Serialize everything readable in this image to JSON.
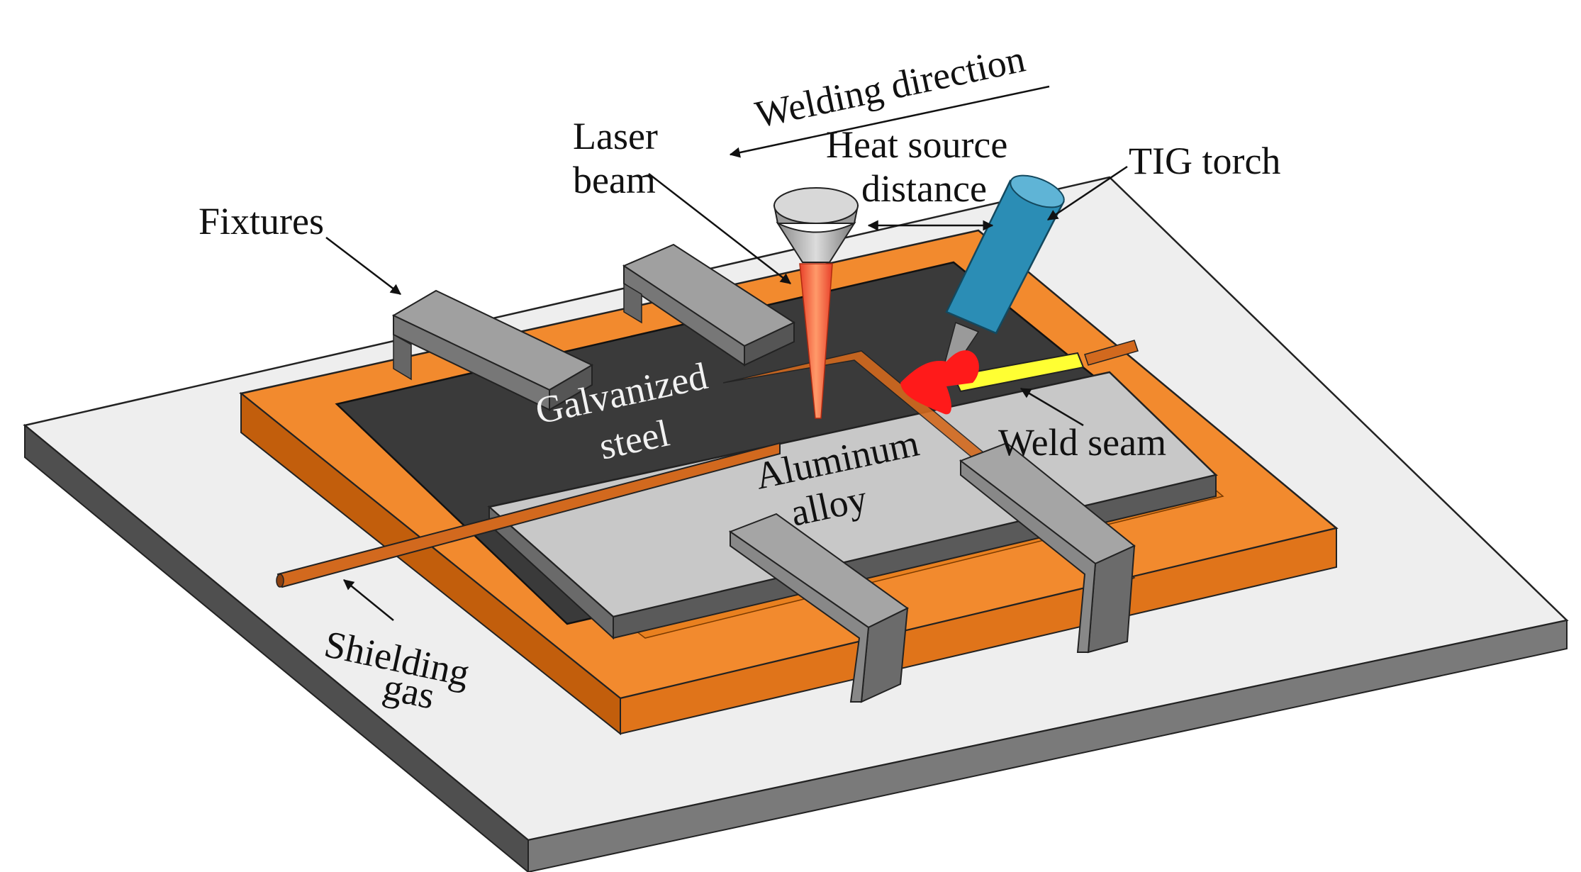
{
  "labels": {
    "welding_direction": "Welding direction",
    "laser_beam_line1": "Laser",
    "laser_beam_line2": "beam",
    "heat_source_line1": "Heat source",
    "heat_source_line2": "distance",
    "tig_torch": "TIG torch",
    "fixtures": "Fixtures",
    "galvanized_line1": "Galvanized",
    "galvanized_line2": "steel",
    "aluminum_line1": "Aluminum",
    "aluminum_line2": "alloy",
    "weld_seam": "Weld seam",
    "shielding_line1": "Shielding",
    "shielding_line2": "gas"
  },
  "colors": {
    "base_plate": "#eeeeee",
    "base_side": "#6f6f6f",
    "copper_frame": "#f28a2e",
    "copper_side": "#d96d10",
    "galvanized_steel": "#3a3a3a",
    "aluminum_alloy": "#c8c8c8",
    "fixture": "#9d9d9d",
    "laser_beam": "#f0643c",
    "tig_torch": "#2b8db5",
    "arc": "#ff1a1a",
    "weld_seam": "#ffff33"
  }
}
